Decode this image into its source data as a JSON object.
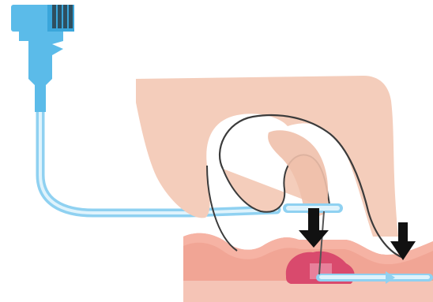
{
  "figure": {
    "colors": {
      "background": "#ffffff",
      "device_blue": "#5bbbe9",
      "device_blue_dark": "#3aa6db",
      "device_teeth": "#2f4f5f",
      "tube_outer": "#8fd1f1",
      "tube_inner": "#dff3fc",
      "skin": "#f4cdbb",
      "skin_shadow": "#ebbaa5",
      "hand_outline": "#3b3b3b",
      "tissue_top": "#f6b3a4",
      "tissue_body": "#f1a595",
      "tissue_bottom": "#f5c4b6",
      "lesion": "#d94a6d",
      "lesion_light": "#e98aa3",
      "needle": "#555555",
      "arrow": "#111111"
    },
    "elements": {
      "device": "syringe-device-icon",
      "tube": "extension-tube",
      "hand": "hand-with-index-finger",
      "tissue": "skin-tissue-layer",
      "lesion": "subcutaneous-lesion",
      "needle": "needle",
      "arrows": [
        "pressure-arrow-down",
        "pressure-arrow-down"
      ]
    }
  }
}
